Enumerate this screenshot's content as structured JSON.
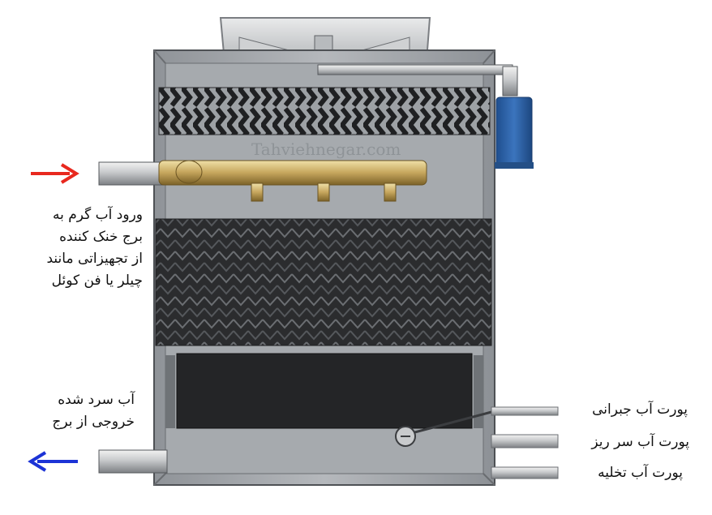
{
  "watermark": "Tahviehnegar.com",
  "labels": {
    "hot_water_inlet": [
      "ورود آب گرم به",
      "برج خنک کننده",
      "از تجهیزاتی مانند",
      "چیلر یا فن کوئل"
    ],
    "cold_water_outlet": [
      "آب سرد شده",
      "خروجی از برج"
    ],
    "makeup_port": "پورت آب جبرانی",
    "overflow_port": "پورت آب سر ریز",
    "drain_port": "پورت آب تخلیه"
  },
  "colors": {
    "inlet_arrow": "#e8281e",
    "outlet_arrow": "#1c33d6",
    "casing": "#9ea3a8",
    "fill_media": "#2a2b2d",
    "distribution_pipe": "#b99a52",
    "motor": "#2e63a8"
  },
  "icons": [
    "inlet-arrow-icon",
    "outlet-arrow-icon"
  ]
}
